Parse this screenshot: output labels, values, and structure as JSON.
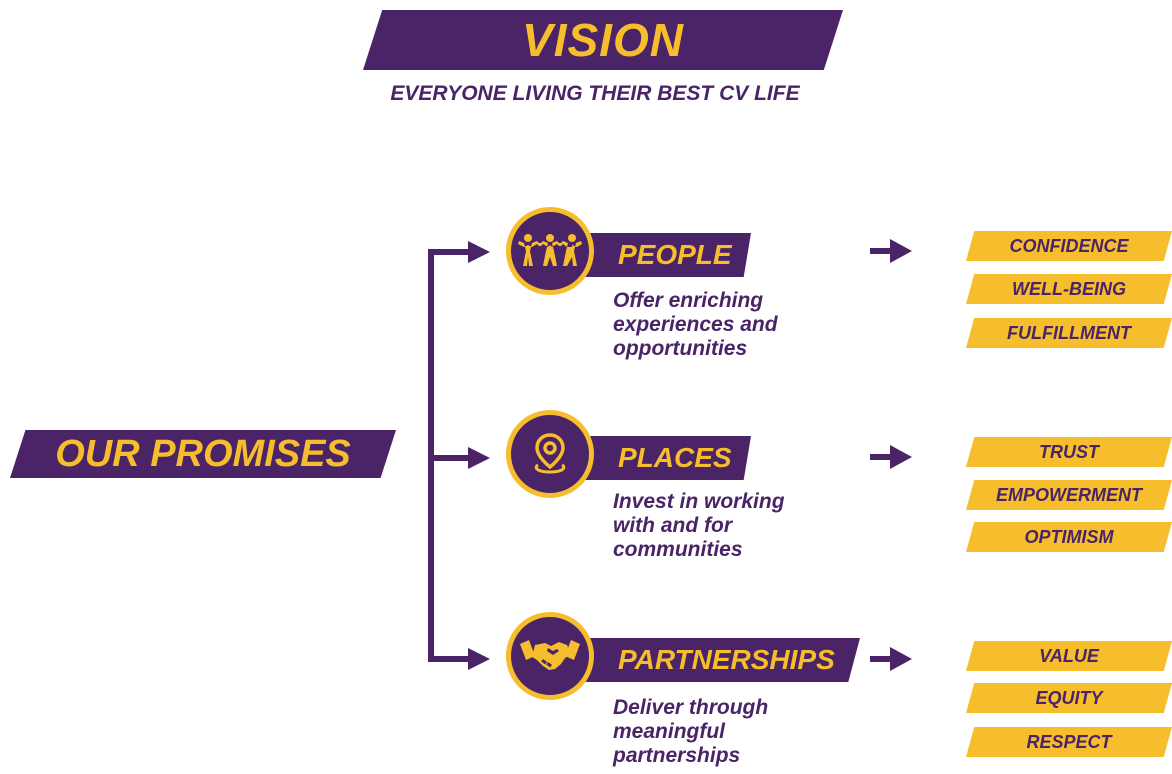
{
  "vision": {
    "title": "VISION",
    "subtitle": "EVERYONE LIVING THEIR BEST CV LIFE"
  },
  "promises": {
    "title": "OUR PROMISES"
  },
  "categories": [
    {
      "label": "PEOPLE",
      "icon": "people-group-icon",
      "description": [
        "Offer enriching",
        "experiences and",
        "opportunities"
      ],
      "values": [
        "CONFIDENCE",
        "WELL-BEING",
        "FULFILLMENT"
      ]
    },
    {
      "label": "PLACES",
      "icon": "location-pin-icon",
      "description": [
        "Invest in working",
        "with and for",
        "communities"
      ],
      "values": [
        "TRUST",
        "EMPOWERMENT",
        "OPTIMISM"
      ]
    },
    {
      "label": "PARTNERSHIPS",
      "icon": "handshake-icon",
      "description": [
        "Deliver through",
        "meaningful",
        "partnerships"
      ],
      "values": [
        "VALUE",
        "EQUITY",
        "RESPECT"
      ]
    }
  ],
  "colors": {
    "purple": "#4a2466",
    "gold": "#f6be2c"
  }
}
